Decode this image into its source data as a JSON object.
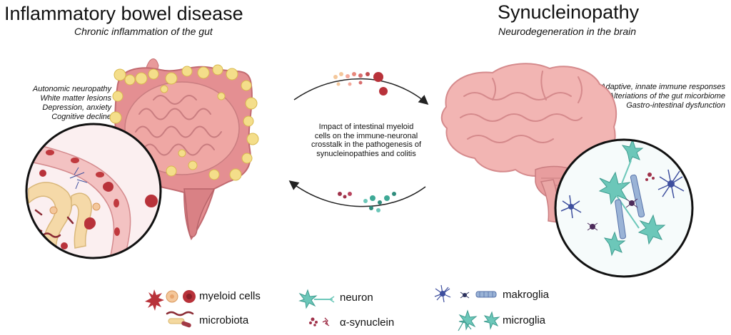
{
  "left": {
    "title": "Inflammatory bowel disease",
    "subtitle": "Chronic inflammation of the gut",
    "symptoms": [
      "Autonomic neuropathy",
      "White matter lesions",
      "Depression, anxiety",
      "Cognitive decline"
    ]
  },
  "right": {
    "title": "Synucleinopathy",
    "subtitle": "Neurodegeneration in the brain",
    "symptoms": [
      "Adaptive, innate immune responses",
      "Alteriations of the gut micorbiome",
      "Gastro-intestinal dysfunction"
    ]
  },
  "center": {
    "lines": [
      "Impact of intestinal myeloid",
      "cells on the immune-neuronal",
      "crosstalk in the pathogenesis of",
      "synucleinopathies and colitis"
    ]
  },
  "legend": {
    "myeloid": "myeloid cells",
    "microbiota": "microbiota",
    "neuron": "neuron",
    "synuclein": "α-synuclein",
    "makroglia": "makroglia",
    "microglia": "microglia"
  },
  "colors": {
    "gut_pink": "#e9a3a3",
    "fat_yellow": "#f4de8a",
    "brain_pink": "#f2b5b3",
    "myeloid_red": "#b8323a",
    "neuron_teal": "#6cc7b9",
    "makroglia_blue": "#3e4f9e",
    "synuclein_red": "#a0324a"
  }
}
